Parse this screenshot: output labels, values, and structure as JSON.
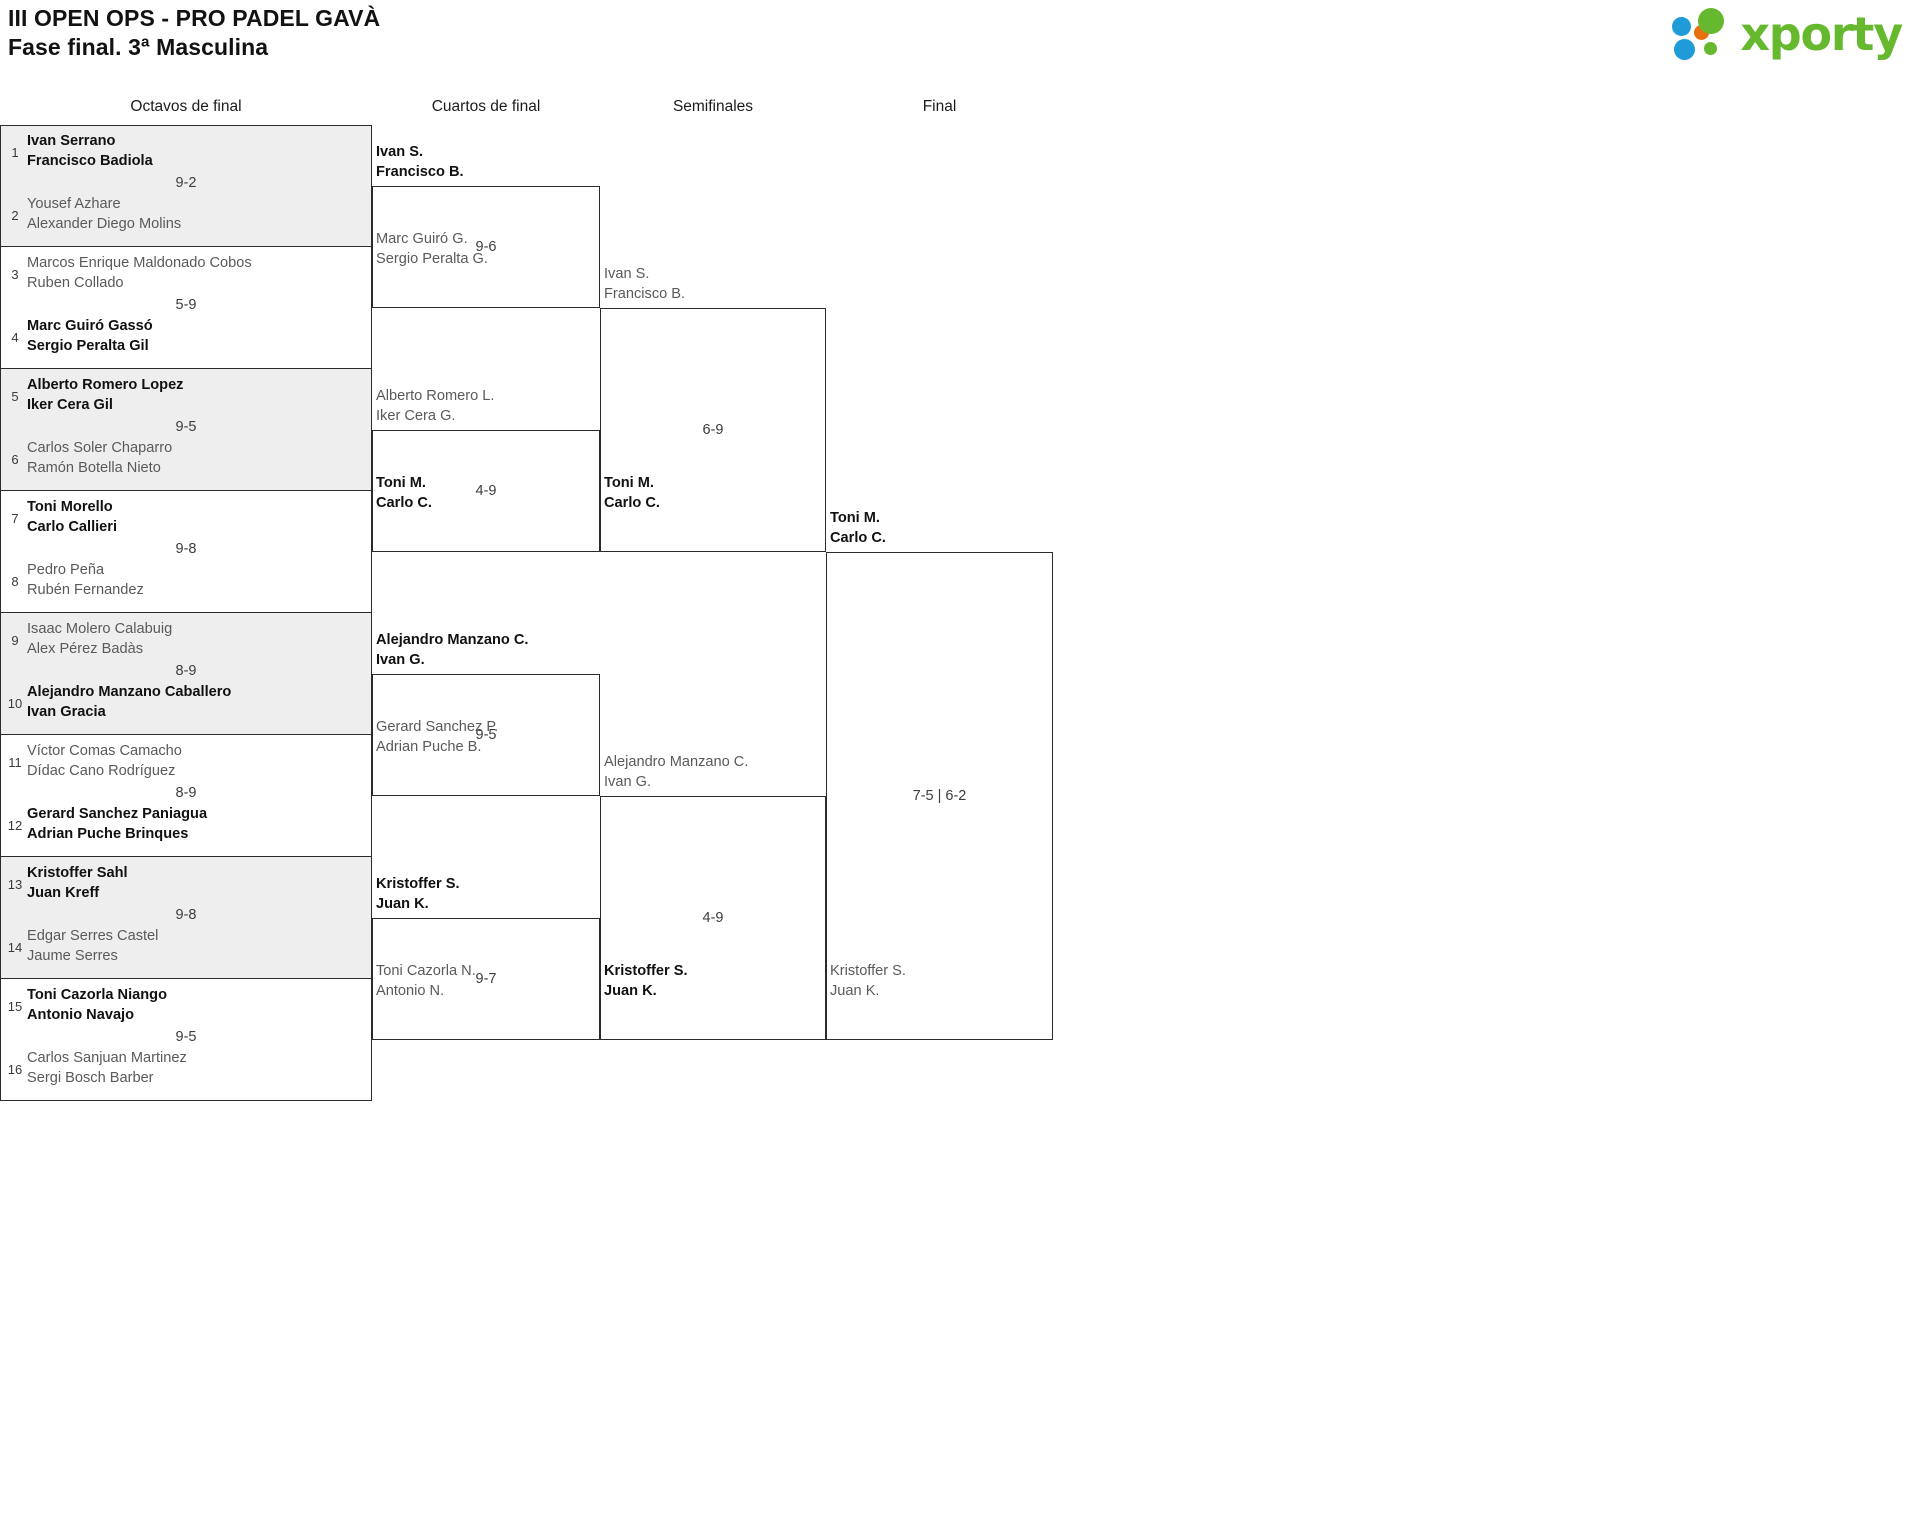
{
  "header": {
    "title": "III OPEN OPS - PRO PADEL GAVÀ",
    "subtitle": "Fase final. 3ª Masculina",
    "logo_text": "xporty",
    "logo_colors": {
      "green": "#66b92e",
      "blue": "#1f9bd8",
      "orange": "#e8700f"
    }
  },
  "rounds": [
    {
      "label": "Octavos de final"
    },
    {
      "label": "Cuartos de final"
    },
    {
      "label": "Semifinales"
    },
    {
      "label": "Final"
    }
  ],
  "round1": {
    "matches": [
      {
        "score": "9-2",
        "shaded": true,
        "teams": [
          {
            "seed": "1",
            "p1": "Ivan Serrano",
            "p2": "Francisco Badiola",
            "winner": true
          },
          {
            "seed": "2",
            "p1": "Yousef Azhare",
            "p2": "Alexander Diego Molins",
            "winner": false
          }
        ]
      },
      {
        "score": "5-9",
        "shaded": false,
        "teams": [
          {
            "seed": "3",
            "p1": "Marcos Enrique Maldonado Cobos",
            "p2": "Ruben Collado",
            "winner": false
          },
          {
            "seed": "4",
            "p1": "Marc Guiró Gassó",
            "p2": "Sergio Peralta Gil",
            "winner": true
          }
        ]
      },
      {
        "score": "9-5",
        "shaded": true,
        "teams": [
          {
            "seed": "5",
            "p1": "Alberto Romero Lopez",
            "p2": "Iker Cera Gil",
            "winner": true
          },
          {
            "seed": "6",
            "p1": "Carlos Soler Chaparro",
            "p2": "Ramón Botella Nieto",
            "winner": false
          }
        ]
      },
      {
        "score": "9-8",
        "shaded": false,
        "teams": [
          {
            "seed": "7",
            "p1": "Toni Morello",
            "p2": "Carlo Callieri",
            "winner": true
          },
          {
            "seed": "8",
            "p1": "Pedro Peña",
            "p2": "Rubén Fernandez",
            "winner": false
          }
        ]
      },
      {
        "score": "8-9",
        "shaded": true,
        "teams": [
          {
            "seed": "9",
            "p1": "Isaac Molero Calabuig",
            "p2": "Alex Pérez Badàs",
            "winner": false
          },
          {
            "seed": "10",
            "p1": "Alejandro Manzano Caballero",
            "p2": "Ivan Gracia",
            "winner": true
          }
        ]
      },
      {
        "score": "8-9",
        "shaded": false,
        "teams": [
          {
            "seed": "11",
            "p1": "Víctor Comas Camacho",
            "p2": "Dídac Cano Rodríguez",
            "winner": false
          },
          {
            "seed": "12",
            "p1": "Gerard Sanchez Paniagua",
            "p2": "Adrian Puche Brinques",
            "winner": true
          }
        ]
      },
      {
        "score": "9-8",
        "shaded": true,
        "teams": [
          {
            "seed": "13",
            "p1": "Kristoffer Sahl",
            "p2": "Juan Kreff",
            "winner": true
          },
          {
            "seed": "14",
            "p1": "Edgar Serres Castel",
            "p2": "Jaume Serres",
            "winner": false
          }
        ]
      },
      {
        "score": "9-5",
        "shaded": false,
        "teams": [
          {
            "seed": "15",
            "p1": "Toni Cazorla Niango",
            "p2": "Antonio Navajo",
            "winner": true
          },
          {
            "seed": "16",
            "p1": "Carlos Sanjuan Martinez",
            "p2": "Sergi Bosch Barber",
            "winner": false
          }
        ]
      }
    ]
  },
  "round2": {
    "matches": [
      {
        "score": "9-6",
        "top": {
          "p1": "Ivan S.",
          "p2": "Francisco B.",
          "winner": true
        },
        "bottom": {
          "p1": "Marc Guiró G.",
          "p2": "Sergio Peralta G.",
          "winner": false
        }
      },
      {
        "score": "4-9",
        "top": {
          "p1": "Alberto Romero L.",
          "p2": "Iker Cera G.",
          "winner": false
        },
        "bottom": {
          "p1": "Toni M.",
          "p2": "Carlo C.",
          "winner": true
        }
      },
      {
        "score": "9-5",
        "top": {
          "p1": "Alejandro Manzano C.",
          "p2": "Ivan G.",
          "winner": true
        },
        "bottom": {
          "p1": "Gerard Sanchez P.",
          "p2": "Adrian Puche B.",
          "winner": false
        }
      },
      {
        "score": "9-7",
        "top": {
          "p1": "Kristoffer S.",
          "p2": "Juan K.",
          "winner": true
        },
        "bottom": {
          "p1": "Toni Cazorla N.",
          "p2": "Antonio N.",
          "winner": false
        }
      }
    ]
  },
  "round3": {
    "matches": [
      {
        "score": "6-9",
        "top": {
          "p1": "Ivan S.",
          "p2": "Francisco B.",
          "winner": false
        },
        "bottom": {
          "p1": "Toni M.",
          "p2": "Carlo C.",
          "winner": true
        }
      },
      {
        "score": "4-9",
        "top": {
          "p1": "Alejandro Manzano C.",
          "p2": "Ivan G.",
          "winner": false
        },
        "bottom": {
          "p1": "Kristoffer S.",
          "p2": "Juan K.",
          "winner": true
        }
      }
    ]
  },
  "round4": {
    "match": {
      "score": "7-5 | 6-2",
      "top": {
        "p1": "Toni M.",
        "p2": "Carlo C.",
        "winner": true
      },
      "bottom": {
        "p1": "Kristoffer S.",
        "p2": "Juan K.",
        "winner": false
      }
    }
  }
}
